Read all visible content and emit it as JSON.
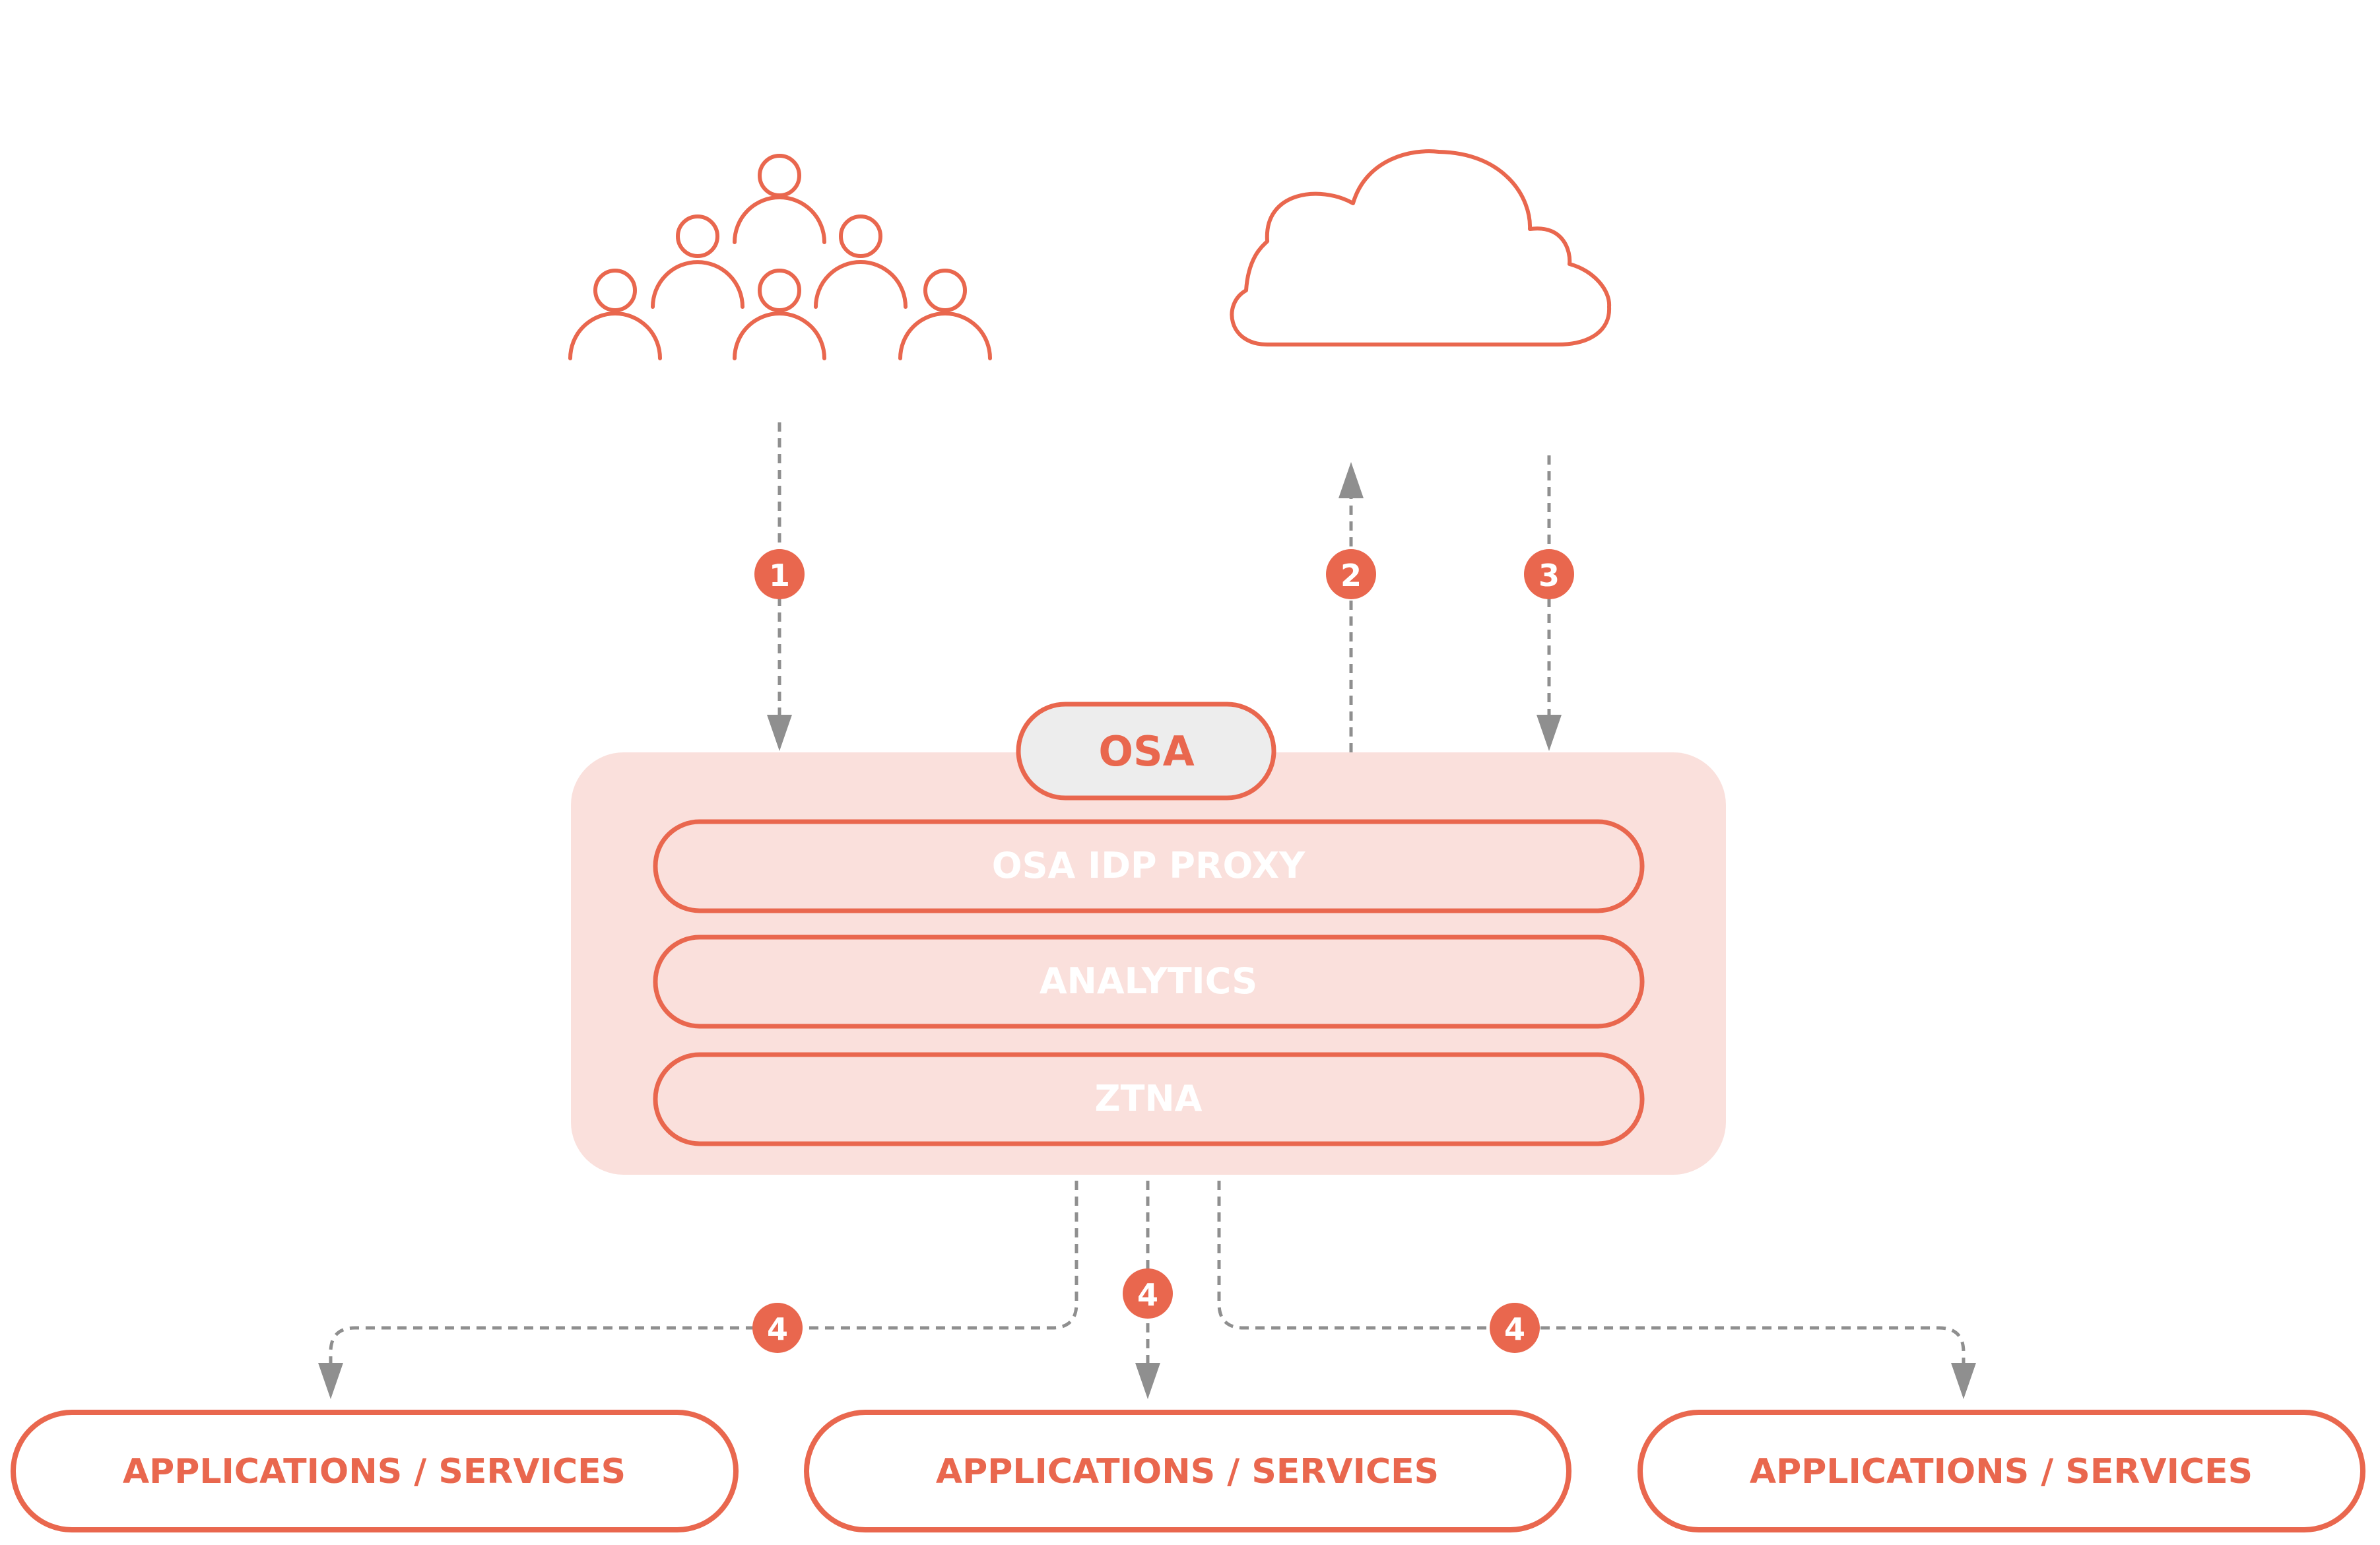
{
  "colors": {
    "accent": "#E9674E",
    "panel_fill": "#FAE0DC",
    "osa_badge_fill": "#EDEDED",
    "arrow_gray": "#8F8F8F",
    "white": "#FFFFFF"
  },
  "icons": {
    "users": "users-group-icon",
    "cloud": "cloud-icon"
  },
  "osa": {
    "title": "OSA",
    "layers": [
      "OSA IDP PROXY",
      "ANALYTICS",
      "ZTNA"
    ]
  },
  "steps": {
    "step1": "1",
    "step2": "2",
    "step3": "3",
    "step4": "4"
  },
  "targets": [
    "APPLICATIONS / SERVICES",
    "APPLICATIONS / SERVICES",
    "APPLICATIONS / SERVICES"
  ]
}
